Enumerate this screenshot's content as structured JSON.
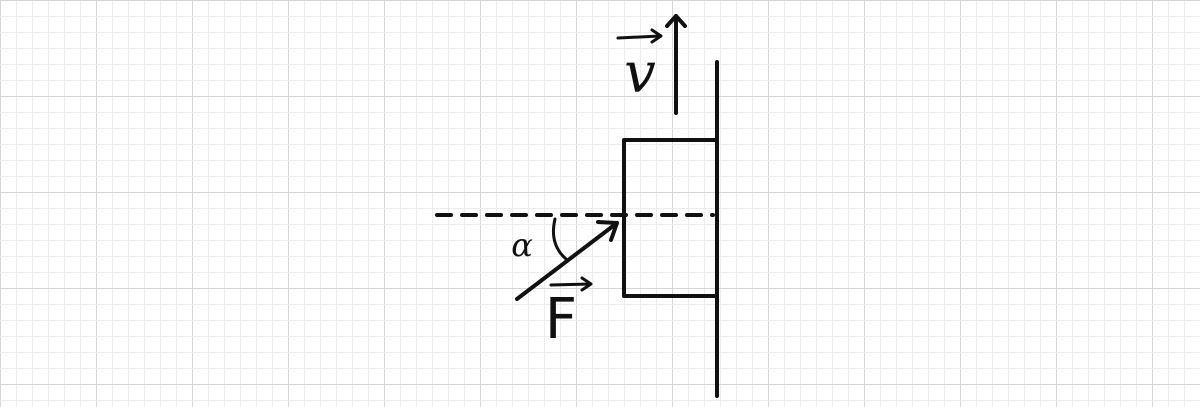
{
  "diagram": {
    "labels": {
      "velocity": "v",
      "force": "F",
      "angle": "α"
    },
    "colors": {
      "background": "#ffffff",
      "ink": "#111111",
      "grid_minor": "#ececec",
      "grid_major": "#d6d6d6"
    }
  }
}
